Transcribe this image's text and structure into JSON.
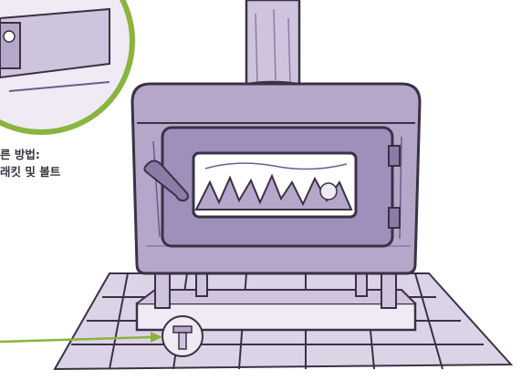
{
  "caption": {
    "line1": "른 방법:",
    "line2": "래킷 및 볼트"
  },
  "colors": {
    "ink": "#3b3145",
    "stove_body": "#b4a7c9",
    "stove_shadow": "#6f5b8c",
    "hearth": "#d9d1e4",
    "accent_circle": "#8ab43c",
    "arrow": "#8ab43c"
  },
  "icons": [
    "stove-illustration",
    "detail-zoom-circle",
    "bolt-detail-circle",
    "pointer-arrow"
  ]
}
